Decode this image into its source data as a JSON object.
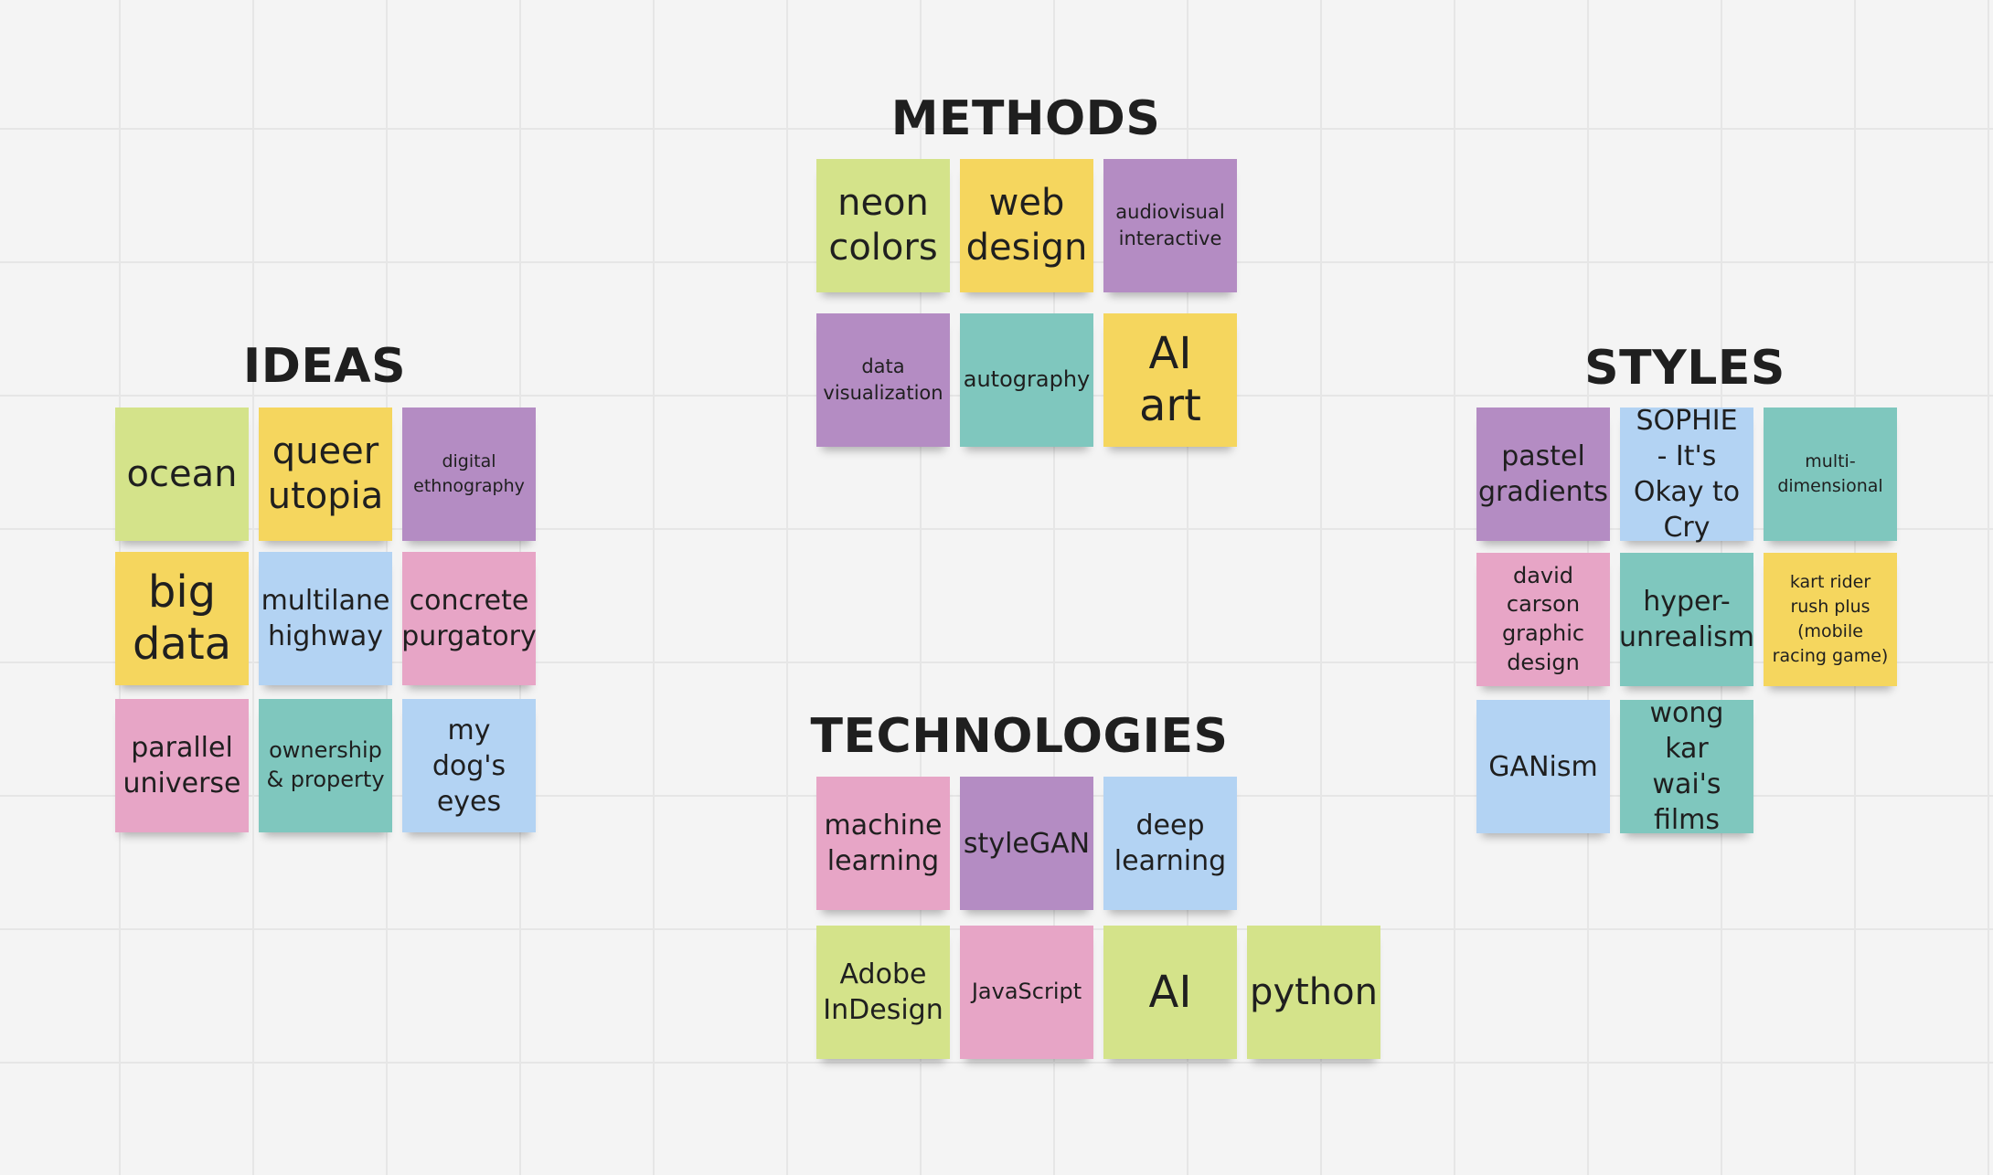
{
  "headings": {
    "methods": "METHODS",
    "ideas": "IDEAS",
    "styles": "STYLES",
    "technologies": "TECHNOLOGIES"
  },
  "notes": {
    "ideas": [
      "ocean",
      "queer utopia",
      "digital ethnography",
      "big data",
      "multilane highway",
      "concrete purgatory",
      "parallel universe",
      "ownership & property",
      "my dog's eyes"
    ],
    "methods": [
      "neon colors",
      "web design",
      "audiovisual interactive",
      "data visualization",
      "autography",
      "AI art"
    ],
    "styles": [
      "pastel gradients",
      "SOPHIE - It's Okay to Cry",
      "multi-dimensional",
      "david carson graphic design",
      "hyper-unrealism",
      "kart rider rush plus (mobile racing game)",
      "GANism",
      "wong kar wai's films"
    ],
    "technologies": [
      "machine learning",
      "styleGAN",
      "deep learning",
      "Adobe InDesign",
      "JavaScript",
      "AI",
      "python"
    ]
  },
  "colors": {
    "background": "#f4f4f4",
    "grid": "#e6e6e6",
    "lime": "#d4e38a",
    "yellow": "#f5d65e",
    "purple": "#b48cc3",
    "blue": "#b3d3f3",
    "pink": "#e7a5c6",
    "teal": "#7fc7be"
  }
}
